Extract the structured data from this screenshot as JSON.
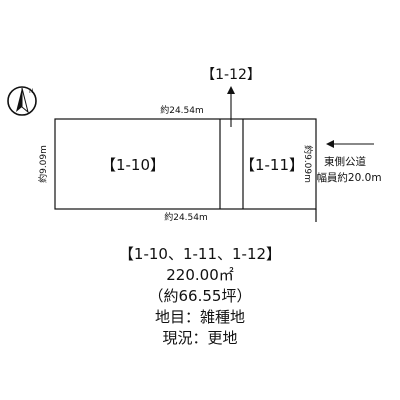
{
  "plot": {
    "north_symbol": {
      "letter": "N"
    },
    "lots": [
      {
        "id": "1-10",
        "label": "【1-10】"
      },
      {
        "id": "1-11",
        "label": "【1-11】"
      },
      {
        "id": "1-12",
        "label": "【1-12】"
      }
    ],
    "dimensions": {
      "top": "約24.54m",
      "bottom": "約24.54m",
      "left": "約9.09m",
      "right": "約9.09m"
    },
    "road": {
      "name": "東側公道",
      "width": "幅員約20.0m"
    }
  },
  "summary": {
    "lots": "【1-10、1-11、1-12】",
    "area": "220.00㎡",
    "tsubo": "（約66.55坪）",
    "land_category": "地目：雑種地",
    "current_state": "現況：更地"
  }
}
